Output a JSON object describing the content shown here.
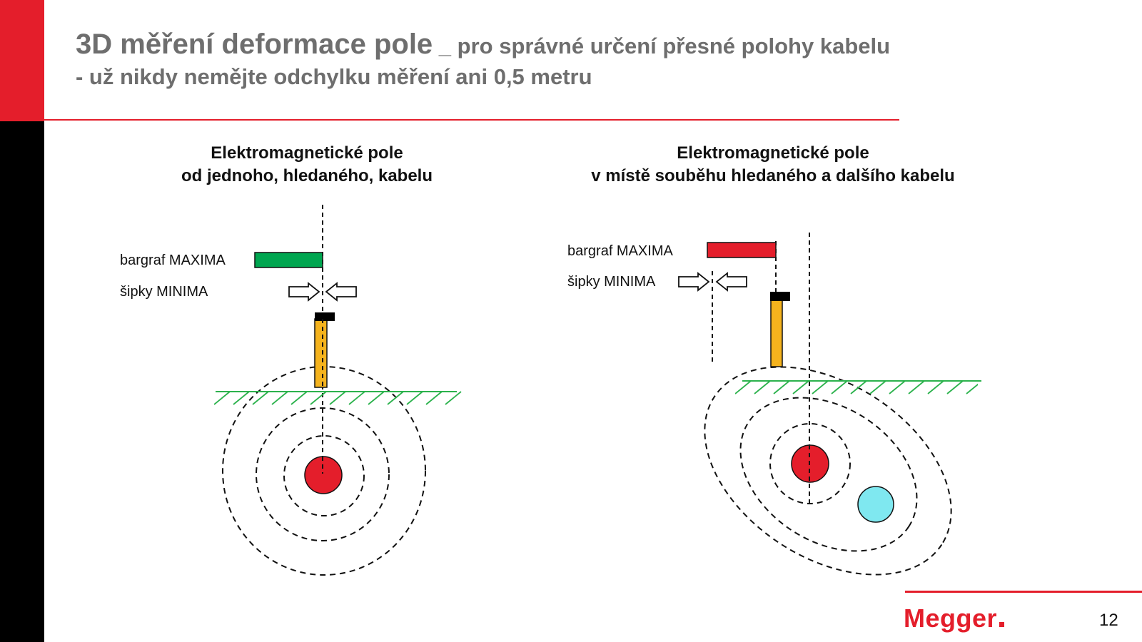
{
  "colors": {
    "brand_red": "#e41e2b",
    "side_black": "#000000",
    "title_gray": "#6e6e6e",
    "bar_green": "#00a650",
    "bar_red": "#e41e2b",
    "ground_green": "#2bb24c",
    "probe_yellow": "#f5b31d",
    "cable_red": "#e41e2b",
    "cable_cyan": "#7fe8f0"
  },
  "header": {
    "title_main": "3D měření deformace pole",
    "title_tail": " _ pro správné určení přesné polohy kabelu",
    "subtitle": "- už nikdy nemějte odchylku měření ani 0,5 metru"
  },
  "diagram_left": {
    "title_line1": "Elektromagnetické pole",
    "title_line2": "od jednoho, hledaného, kabelu",
    "label_max": "bargraf MAXIMA",
    "label_min": "šipky MINIMA"
  },
  "diagram_right": {
    "title_line1": "Elektromagnetické pole",
    "title_line2": "v místě souběhu hledaného a dalšího kabelu",
    "label_max": "bargraf MAXIMA",
    "label_min": "šipky MINIMA"
  },
  "footer": {
    "logo_text": "Megger",
    "page_number": "12"
  }
}
